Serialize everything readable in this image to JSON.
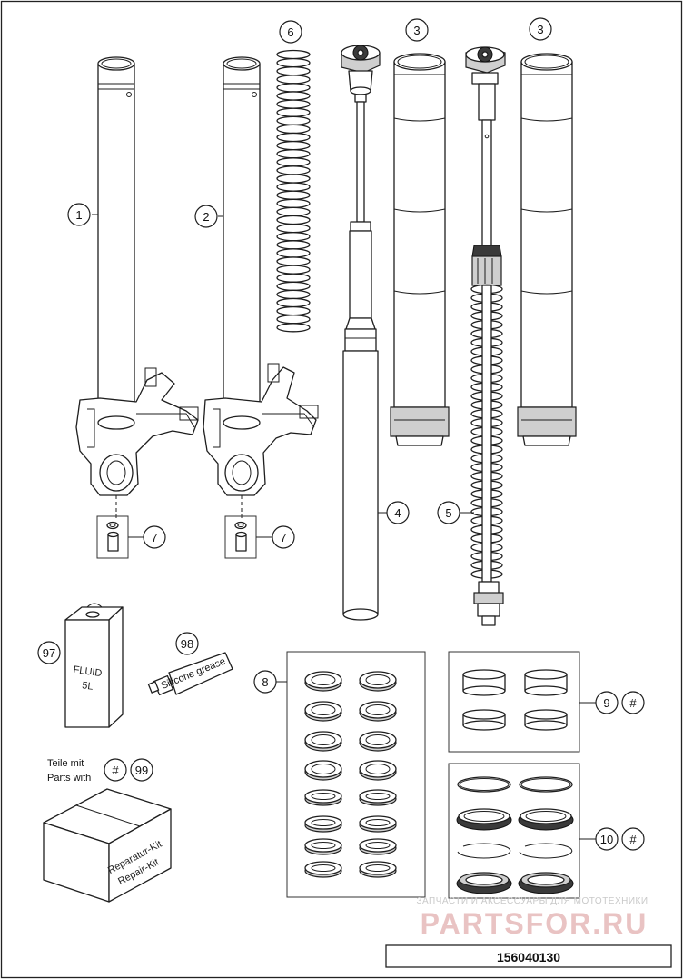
{
  "callouts": [
    {
      "id": "c1",
      "label": "1"
    },
    {
      "id": "c2",
      "label": "2"
    },
    {
      "id": "c3a",
      "label": "3"
    },
    {
      "id": "c3b",
      "label": "3"
    },
    {
      "id": "c4",
      "label": "4"
    },
    {
      "id": "c5",
      "label": "5"
    },
    {
      "id": "c6",
      "label": "6"
    },
    {
      "id": "c7a",
      "label": "7"
    },
    {
      "id": "c7b",
      "label": "7"
    },
    {
      "id": "c8",
      "label": "8"
    },
    {
      "id": "c9",
      "label": "9"
    },
    {
      "id": "c9h",
      "label": "#"
    },
    {
      "id": "c10",
      "label": "10"
    },
    {
      "id": "c10h",
      "label": "#"
    },
    {
      "id": "c97",
      "label": "97"
    },
    {
      "id": "c98",
      "label": "98"
    },
    {
      "id": "c99h",
      "label": "#"
    },
    {
      "id": "c99",
      "label": "99"
    }
  ],
  "note": {
    "line1": "Teile mit",
    "line2": "Parts with"
  },
  "fluid_can": {
    "line1": "FLUID",
    "line2": "5L"
  },
  "grease_tube": {
    "text": "Silicone grease"
  },
  "repair_box": {
    "line1": "Reparatur-Kit",
    "line2": "Repair-Kit"
  },
  "watermark": {
    "line1": "ЗАПЧАСТИ И АКСЕССУАРЫ ДЛЯ МОТОТЕХНИКИ",
    "line2": "PARTSFOR.RU"
  },
  "diagram_code": "156040130"
}
